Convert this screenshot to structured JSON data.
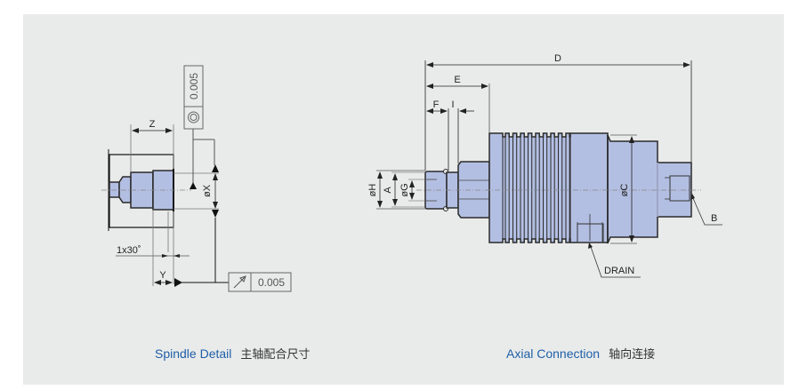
{
  "colors": {
    "panel_bg": "#e9ebea",
    "part_fill": "#b3bfe2",
    "part_stroke": "#2a2a2a",
    "caption_en": "#1f5fa8",
    "caption_cn": "#333333"
  },
  "spindle_detail": {
    "caption_en": "Spindle Detail",
    "caption_cn": "主轴配合尺寸",
    "dimensions": {
      "z": "Z",
      "x": "øX",
      "y": "Y",
      "chamfer": "1x30˚"
    },
    "concentricity_tolerance": {
      "symbol": "concentricity-icon",
      "value": "0.005"
    },
    "runout_tolerance": {
      "symbol": "runout-icon",
      "value": "0.005"
    }
  },
  "axial_connection": {
    "caption_en": "Axial Connection",
    "caption_cn": "轴向连接",
    "dimensions": {
      "d": "D",
      "e": "E",
      "f": "F",
      "i": "I",
      "h": "øH",
      "a": "A",
      "g": "øG",
      "c": "øC",
      "b": "B"
    },
    "drain_label": "DRAIN"
  }
}
